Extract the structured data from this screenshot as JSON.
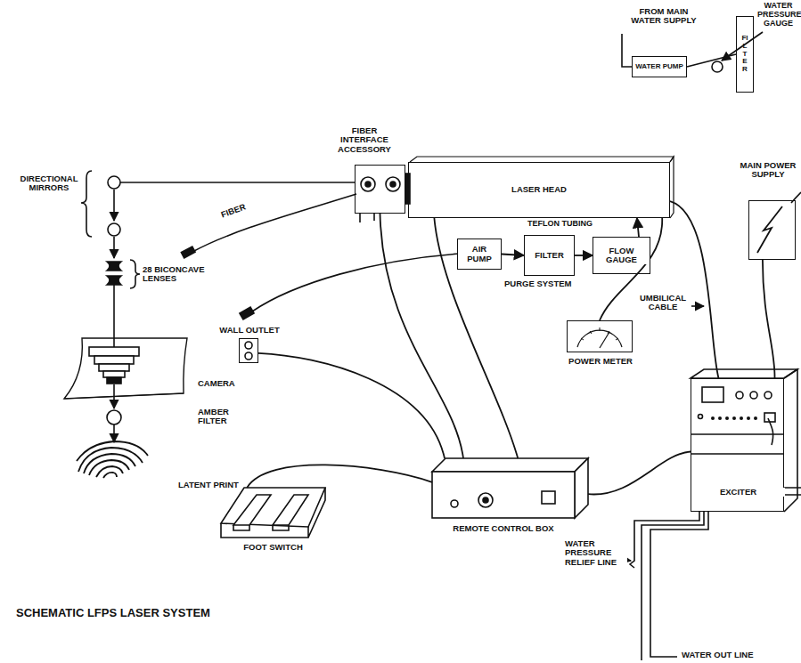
{
  "diagram": {
    "caption": "SCHEMATIC LFPS LASER SYSTEM",
    "nodes": [
      {
        "text": [
          "FIBER INTERFACE ACCESSORY"
        ]
      },
      {
        "text": [
          "LASER HEAD"
        ]
      },
      {
        "text": [
          "AIR PUMP"
        ]
      },
      {
        "text": [
          "FILTER"
        ]
      },
      {
        "text": [
          "FLOW GAUGE"
        ]
      },
      {
        "text": [
          "WATER PUMP"
        ]
      },
      {
        "text": [
          "FILTER"
        ]
      },
      {
        "text": [
          "MAIN POWER SUPPLY"
        ]
      },
      {
        "text": [
          "POWER METER"
        ]
      },
      {
        "text": [
          "WALL OUTLET"
        ]
      },
      {
        "text": [
          "REMOTE CONTROL BOX"
        ]
      },
      {
        "text": [
          "FOOT SWITCH"
        ]
      },
      {
        "text": [
          "EXCITER"
        ]
      }
    ],
    "edges": [
      {
        "from": 2,
        "to": 3,
        "arrow": "to"
      },
      {
        "from": 3,
        "to": 4,
        "arrow": "to"
      },
      {
        "from": 4,
        "to": 1,
        "arrow": "to"
      },
      {
        "from": 1,
        "to": 12,
        "arrow": "none"
      },
      {
        "from": 8,
        "to": 1,
        "arrow": "none"
      },
      {
        "from": 7,
        "to": 12,
        "arrow": "none"
      },
      {
        "from": 10,
        "to": 1,
        "arrow": "none"
      },
      {
        "from": 0,
        "to": 10,
        "arrow": "none"
      },
      {
        "from": 10,
        "to": 11,
        "arrow": "none"
      },
      {
        "from": 10,
        "to": 12,
        "arrow": "none"
      },
      {
        "from": 10,
        "to": 9,
        "arrow": "none"
      },
      {
        "from": 5,
        "to": 6,
        "arrow": "none"
      }
    ],
    "labels": [
      "FROM MAIN WATER SUPPLY",
      "WATER PRESSURE GAUGE",
      "DIRECTIONAL MIRRORS",
      "28 BICONCAVE LENSES",
      "FIBER",
      "TEFLON TUBING",
      "PURGE SYSTEM",
      "UMBILICAL CABLE",
      "CAMERA",
      "AMBER FILTER",
      "LATENT PRINT",
      "WATER PRESSURE RELIEF LINE",
      "WATER OUT LINE"
    ]
  }
}
